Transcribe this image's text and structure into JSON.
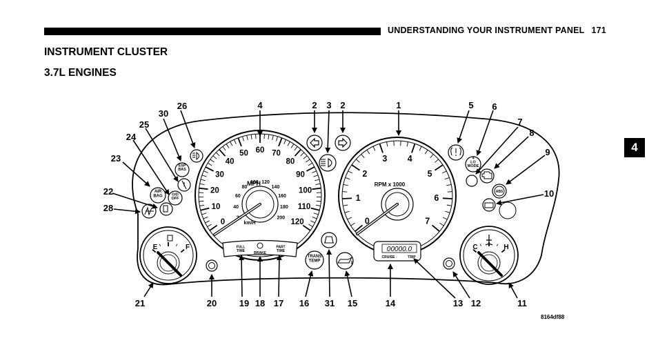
{
  "header": {
    "title": "UNDERSTANDING YOUR INSTRUMENT PANEL",
    "page_number": "171"
  },
  "headings": {
    "title": "INSTRUMENT CLUSTER",
    "subtitle": "3.7L ENGINES"
  },
  "section_tab": "4",
  "figure_ref": "8164df88",
  "speedometer": {
    "unit": "MPH",
    "unit_secondary": "km/H",
    "mph_ticks": [
      "0",
      "10",
      "20",
      "30",
      "40",
      "50",
      "60",
      "70",
      "80",
      "90",
      "100",
      "110",
      "120"
    ],
    "kmh_ticks": [
      "20",
      "40",
      "60",
      "80",
      "100",
      "120",
      "140",
      "160",
      "180",
      "200"
    ]
  },
  "tachometer": {
    "unit": "RPM x 1000",
    "ticks": [
      "0",
      "1",
      "2",
      "3",
      "4",
      "5",
      "6",
      "7"
    ]
  },
  "fuel_gauge": {
    "empty": "E",
    "full": "F"
  },
  "temp_gauge": {
    "cold": "C",
    "hot": "H"
  },
  "odometer": {
    "reading": "00000.0",
    "cruise": "CRUISE",
    "trip": "TRIP"
  },
  "indicators": {
    "full_time": "FULL TIME",
    "brake": "BRAKE",
    "part_time": "PART TIME",
    "trans_temp": "TRANS TEMP",
    "air_bag": "AIR BAG",
    "od_off": "O/D OFF",
    "esp_bas": "ESP BAS",
    "low_mode": "4 LO MODE",
    "abs": "ABS"
  },
  "callouts": [
    "1",
    "2",
    "2",
    "3",
    "4",
    "5",
    "6",
    "7",
    "8",
    "9",
    "10",
    "11",
    "12",
    "13",
    "14",
    "15",
    "31",
    "16",
    "17",
    "18",
    "19",
    "20",
    "21",
    "22",
    "23",
    "24",
    "25",
    "26",
    "28",
    "30"
  ]
}
